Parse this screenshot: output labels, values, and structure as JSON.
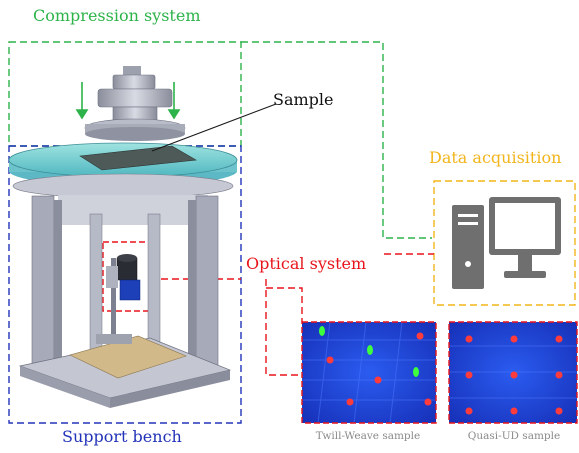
{
  "labels": {
    "compression_system": "Compression system",
    "sample": "Sample",
    "data_acquisition": "Data acquisition",
    "optical_system": "Optical system",
    "support_bench": "Support bench",
    "twill_weave_sample": "Twill-Weave sample",
    "quasi_ud_sample": "Quasi-UD sample"
  },
  "colors": {
    "compression": "#2db34a",
    "support": "#2233b8",
    "optical": "#e8141b",
    "data": "#f2b51c"
  },
  "icons": [
    "computer-icon"
  ]
}
